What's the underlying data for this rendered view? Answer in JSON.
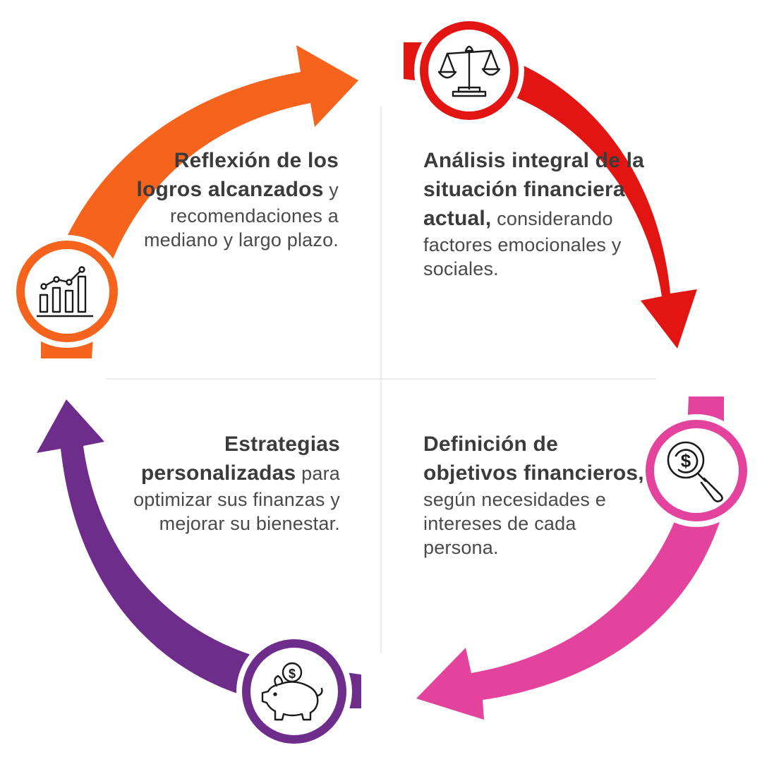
{
  "steps": [
    {
      "id": "analisis",
      "bold": "Análisis integral de la situación financiera actual,",
      "rest": "considerando factores emocionales y sociales.",
      "icon": "scale-icon",
      "color": "#e31512"
    },
    {
      "id": "definicion",
      "bold": "Definición de objetivos financieros,",
      "rest": "según necesidades e intereses de cada persona.",
      "icon": "dollar-magnifier-icon",
      "color": "#e3439c"
    },
    {
      "id": "estrategias",
      "bold": "Estrategias personalizadas",
      "rest": "para optimizar sus finanzas y mejorar su bienestar.",
      "icon": "piggy-bank-icon",
      "color": "#6e2d8b"
    },
    {
      "id": "reflexion",
      "bold": "Reflexión de los logros alcanzados",
      "rest": "y recomendaciones a mediano y largo plazo.",
      "icon": "growth-chart-icon",
      "color": "#f5631c"
    }
  ]
}
